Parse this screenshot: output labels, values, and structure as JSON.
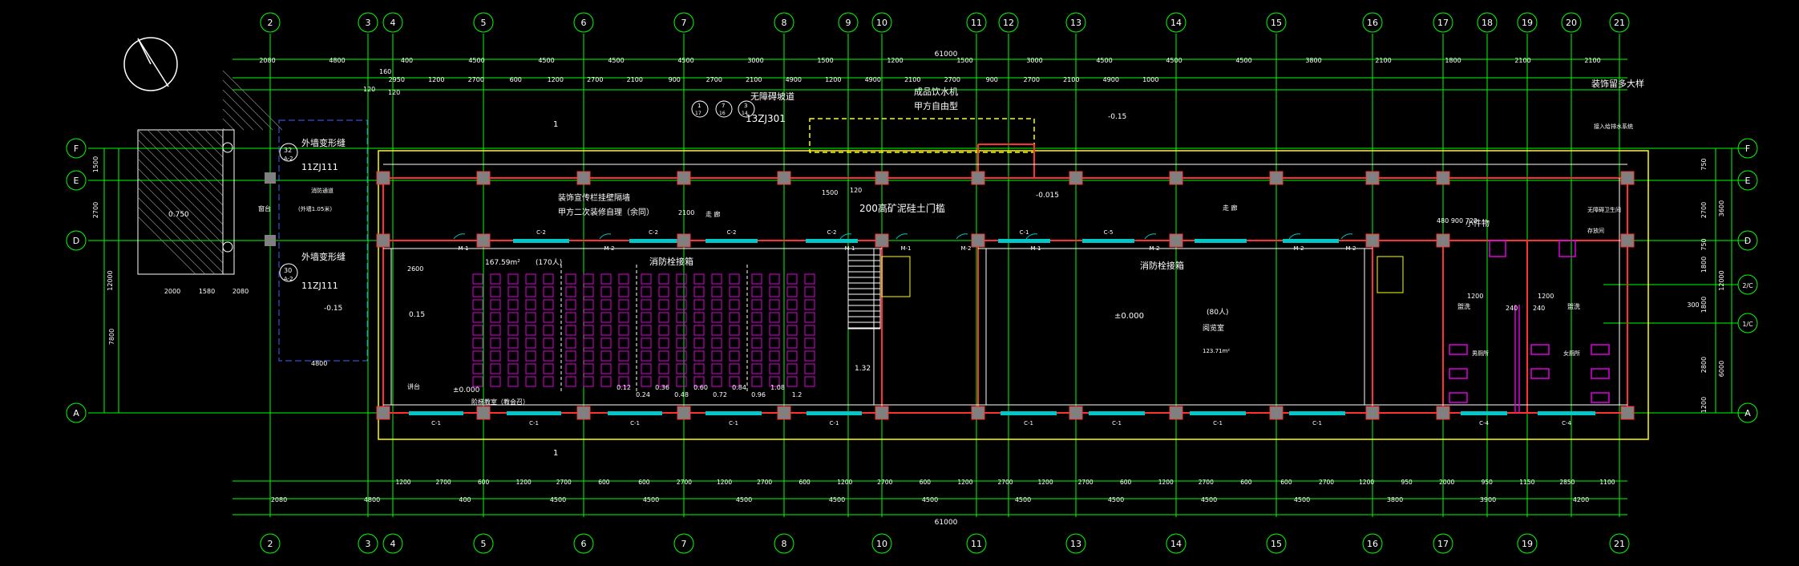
{
  "colors": {
    "background": "#000000",
    "grid_line": "#00ff00",
    "wall": "#ff3030",
    "column_fill": "#808080",
    "outline": "#ffff00",
    "text_white": "#ffffff",
    "window": "#00c8c8",
    "furniture": "#e000e0",
    "text_yellow": "#ffff60"
  },
  "grid_axes_top": [
    "2",
    "3",
    "4",
    "5",
    "6",
    "7",
    "8",
    "9",
    "10",
    "11",
    "12",
    "13",
    "14",
    "15",
    "16",
    "17",
    "18",
    "19",
    "20",
    "21"
  ],
  "grid_axes_bottom": [
    "2",
    "3",
    "4",
    "5",
    "6",
    "7",
    "8",
    "10",
    "11",
    "13",
    "14",
    "15",
    "16",
    "17",
    "19",
    "21"
  ],
  "grid_rows": [
    "F",
    "E",
    "D",
    "A"
  ],
  "right_rows": [
    "F",
    "E",
    "D",
    "2/C",
    "1/C",
    "A"
  ],
  "total_length": "61000",
  "top_dims_row1": [
    "2080",
    "4800",
    "400",
    "4500",
    "4500",
    "4500",
    "4500",
    "3000",
    "1500",
    "1200",
    "1500",
    "3000",
    "4500",
    "4500",
    "4500",
    "3800",
    "2100",
    "1800",
    "2100",
    "2100"
  ],
  "top_dims_row2": [
    "2950",
    "1200",
    "2700",
    "600",
    "1200",
    "2700",
    "2100",
    "900",
    "2700",
    "2100",
    "4900",
    "1200",
    "4900",
    "2100",
    "2700",
    "900",
    "2700",
    "2100",
    "4900",
    "1000"
  ],
  "bottom_dims_row1": [
    "1200",
    "2700",
    "600",
    "1200",
    "2700",
    "600",
    "600",
    "2700",
    "1200",
    "2700",
    "600",
    "1200",
    "2700",
    "600",
    "1200",
    "2700",
    "1200",
    "2700",
    "600",
    "1200",
    "2700",
    "600",
    "600",
    "2700",
    "1200",
    "950",
    "2000",
    "950",
    "1150",
    "2850",
    "1100"
  ],
  "bottom_dims_row2": [
    "2080",
    "4800",
    "400",
    "4500",
    "4500",
    "4500",
    "4500",
    "4500",
    "4500",
    "4500",
    "4500",
    "4500",
    "3800",
    "3900",
    "4200"
  ],
  "left_dims": [
    "1500",
    "2700",
    "7800",
    "12000",
    "2000",
    "1580",
    "2080"
  ],
  "right_dims": [
    "750",
    "2700",
    "3600",
    "750",
    "12000",
    "1800",
    "1800",
    "2800",
    "1200",
    "6000",
    "300"
  ],
  "labels": {
    "wall_note_1": "外墙变形缝",
    "wall_note_2": "外墙变形缝",
    "ref_1": "11ZJ111",
    "ref_2": "11ZJ111",
    "detail_1": "32",
    "detail_1b": "A-2",
    "detail_2": "30",
    "detail_2b": "A-2",
    "ramp": "无障碍坡道",
    "ramp_ref": "13ZJ301",
    "ramp_nums": [
      "1",
      "7",
      "3"
    ],
    "ramp_nums_b": [
      "17",
      "16",
      "14"
    ],
    "vending": "成品饮水机",
    "vending_2": "甲方自由型",
    "entrance": "200高矿泥硅土门槛",
    "partition_note": "装饰宣传栏挂壁隔墙",
    "partition_note_2": "甲方二次装修自理（余同）",
    "fire_hydrant_1": "消防栓接箱",
    "fire_hydrant_2": "消防栓接箱",
    "corridor_1": "走  廊",
    "corridor_2": "走  廊",
    "room_area_1": "167.59m²",
    "room_cap_1": "(170人)",
    "classroom_1": "阶梯教室（教会召）",
    "room_cap_2": "(80人)",
    "room_name_2": "阅览室",
    "room_area_2": "123.71m²",
    "elev_1": "±0.000",
    "elev_2": "±0.000",
    "elev_3": "-0.015",
    "elev_4": "-0.15",
    "elev_5": "-0.15",
    "elev_6": "0.15",
    "elev_7": "0.750",
    "elev_8": "1.32",
    "platform": "讲台",
    "storage": "小件物",
    "storage_2": "存放间",
    "disabled_wc": "无障碍卫生间",
    "wc_m": "男厕所",
    "wc_f": "女厕所",
    "wash_1": "盥洗",
    "wash_2": "盥洗",
    "right_note": "装饰留多大样",
    "right_note_2": "接入给排水系统",
    "sill": "窗台",
    "small_text_1": "消防通道",
    "small_text_2": "(外墙1.05米)",
    "section_mark": "1",
    "dim_small_1": "160",
    "dim_small_2": "120",
    "dim_small_3": "120",
    "dim_small_4": "2600",
    "dim_small_5": "1500",
    "dim_small_6": "120",
    "dim_small_7": "2100",
    "dim_small_8": "4800",
    "dim_small_9": "480 900 720",
    "dim_small_10": "1200",
    "dim_small_11": "1200",
    "dim_small_12": "240",
    "dim_small_13": "240"
  },
  "step_labels": [
    "0.12",
    "0.24",
    "0.36",
    "0.48",
    "0.60",
    "0.72",
    "0.84",
    "0.96",
    "1.08",
    "1.2"
  ],
  "window_tags": [
    "C-1",
    "C-1",
    "C-1",
    "C-1",
    "C-1",
    "C-1",
    "C-1",
    "C-1",
    "C-1",
    "C-4",
    "C-4",
    "C-2",
    "C-2",
    "C-2",
    "C-2",
    "C-1",
    "C-5"
  ],
  "door_tags": [
    "M-1",
    "M-2",
    "M-1",
    "M-2",
    "M-1",
    "M-2",
    "M-2",
    "M-1",
    "M-2"
  ]
}
